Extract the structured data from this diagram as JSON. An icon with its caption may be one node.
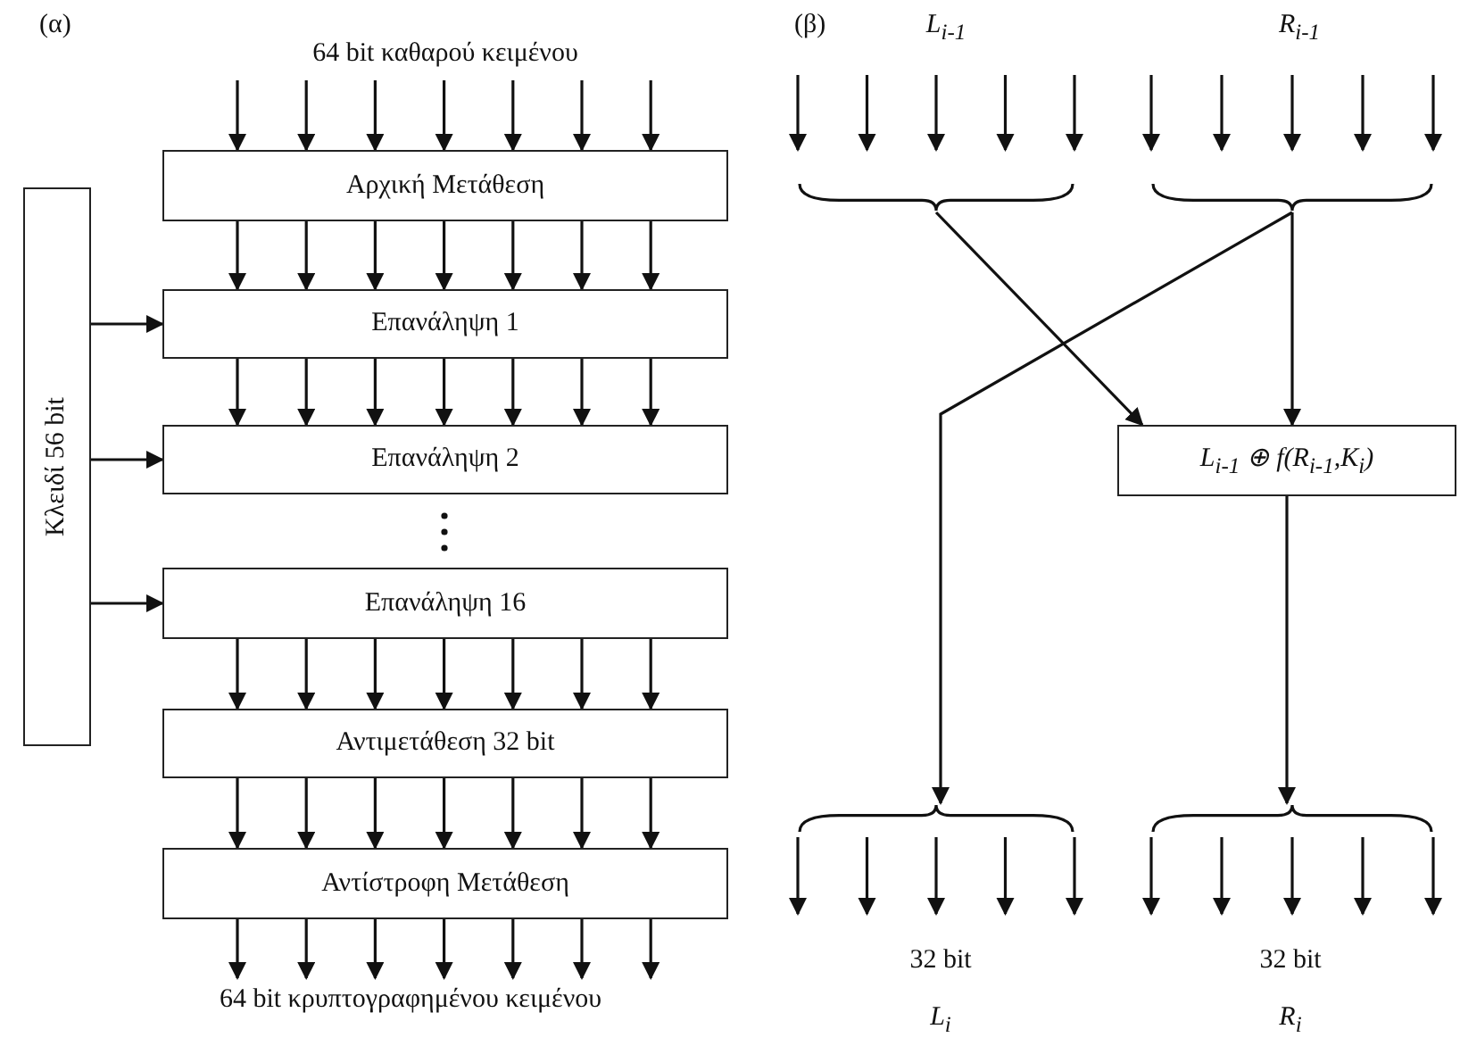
{
  "diagram": {
    "nodes": [
      {
        "text": [
          "64 bit καθαρού κειμένου"
        ]
      },
      {
        "text": [
          "Αρχική Μετάθεση"
        ]
      },
      {
        "text": [
          "Επανάληψη 1"
        ]
      },
      {
        "text": [
          "Επανάληψη 2"
        ]
      },
      {
        "text": [
          "Επανάληψη 16"
        ]
      },
      {
        "text": [
          "Αντιμετάθεση 32 bit"
        ]
      },
      {
        "text": [
          "Αντίστροφη Μετάθεση"
        ]
      },
      {
        "text": [
          "64 bit κρυπτογραφημένου κειμένου"
        ]
      },
      {
        "text": [
          "Κλειδί 56 bit"
        ]
      },
      {
        "text": [],
        "shape": "brace"
      },
      {
        "text": [],
        "shape": "brace"
      },
      {
        "text": [
          "L$_{i-1}$ ⊕ f(R$_{i-1}$,K$_{i}$)"
        ]
      },
      {
        "text": [],
        "shape": "brace"
      },
      {
        "text": [],
        "shape": "brace"
      }
    ],
    "edges": [
      {
        "from": 0,
        "to": 1,
        "arrow": "to"
      },
      {
        "from": 0,
        "to": 1,
        "arrow": "to"
      },
      {
        "from": 0,
        "to": 1,
        "arrow": "to"
      },
      {
        "from": 0,
        "to": 1,
        "arrow": "to"
      },
      {
        "from": 0,
        "to": 1,
        "arrow": "to"
      },
      {
        "from": 0,
        "to": 1,
        "arrow": "to"
      },
      {
        "from": 0,
        "to": 1,
        "arrow": "to"
      },
      {
        "from": 1,
        "to": 2,
        "arrow": "to"
      },
      {
        "from": 1,
        "to": 2,
        "arrow": "to"
      },
      {
        "from": 1,
        "to": 2,
        "arrow": "to"
      },
      {
        "from": 1,
        "to": 2,
        "arrow": "to"
      },
      {
        "from": 1,
        "to": 2,
        "arrow": "to"
      },
      {
        "from": 1,
        "to": 2,
        "arrow": "to"
      },
      {
        "from": 1,
        "to": 2,
        "arrow": "to"
      },
      {
        "from": 2,
        "to": 3,
        "arrow": "to"
      },
      {
        "from": 2,
        "to": 3,
        "arrow": "to"
      },
      {
        "from": 2,
        "to": 3,
        "arrow": "to"
      },
      {
        "from": 2,
        "to": 3,
        "arrow": "to"
      },
      {
        "from": 2,
        "to": 3,
        "arrow": "to"
      },
      {
        "from": 2,
        "to": 3,
        "arrow": "to"
      },
      {
        "from": 2,
        "to": 3,
        "arrow": "to"
      },
      {
        "from": 4,
        "to": 5,
        "arrow": "to"
      },
      {
        "from": 4,
        "to": 5,
        "arrow": "to"
      },
      {
        "from": 4,
        "to": 5,
        "arrow": "to"
      },
      {
        "from": 4,
        "to": 5,
        "arrow": "to"
      },
      {
        "from": 4,
        "to": 5,
        "arrow": "to"
      },
      {
        "from": 4,
        "to": 5,
        "arrow": "to"
      },
      {
        "from": 4,
        "to": 5,
        "arrow": "to"
      },
      {
        "from": 5,
        "to": 6,
        "arrow": "to"
      },
      {
        "from": 5,
        "to": 6,
        "arrow": "to"
      },
      {
        "from": 5,
        "to": 6,
        "arrow": "to"
      },
      {
        "from": 5,
        "to": 6,
        "arrow": "to"
      },
      {
        "from": 5,
        "to": 6,
        "arrow": "to"
      },
      {
        "from": 5,
        "to": 6,
        "arrow": "to"
      },
      {
        "from": 5,
        "to": 6,
        "arrow": "to"
      },
      {
        "from": 6,
        "to": 7,
        "arrow": "to"
      },
      {
        "from": 6,
        "to": 7,
        "arrow": "to"
      },
      {
        "from": 6,
        "to": 7,
        "arrow": "to"
      },
      {
        "from": 6,
        "to": 7,
        "arrow": "to"
      },
      {
        "from": 6,
        "to": 7,
        "arrow": "to"
      },
      {
        "from": 6,
        "to": 7,
        "arrow": "to"
      },
      {
        "from": 6,
        "to": 7,
        "arrow": "to"
      },
      {
        "from": 8,
        "to": 2,
        "arrow": "to"
      },
      {
        "from": 8,
        "to": 3,
        "arrow": "to"
      },
      {
        "from": 8,
        "to": 4,
        "arrow": "to"
      },
      {
        "from": null,
        "to": 9,
        "arrow": "to"
      },
      {
        "from": null,
        "to": 9,
        "arrow": "to"
      },
      {
        "from": null,
        "to": 9,
        "arrow": "to"
      },
      {
        "from": null,
        "to": 9,
        "arrow": "to"
      },
      {
        "from": null,
        "to": 9,
        "arrow": "to"
      },
      {
        "from": null,
        "to": 10,
        "arrow": "to"
      },
      {
        "from": null,
        "to": 10,
        "arrow": "to"
      },
      {
        "from": null,
        "to": 10,
        "arrow": "to"
      },
      {
        "from": null,
        "to": 10,
        "arrow": "to"
      },
      {
        "from": null,
        "to": 10,
        "arrow": "to"
      },
      {
        "from": 9,
        "to": 11,
        "arrow": "to"
      },
      {
        "from": 10,
        "to": 12,
        "arrow": "to"
      },
      {
        "from": 10,
        "to": 11,
        "arrow": "to"
      },
      {
        "from": 11,
        "to": 13,
        "arrow": "to"
      },
      {
        "from": 12,
        "to": null,
        "arrow": "to"
      },
      {
        "from": 12,
        "to": null,
        "arrow": "to"
      },
      {
        "from": 12,
        "to": null,
        "arrow": "to"
      },
      {
        "from": 12,
        "to": null,
        "arrow": "to"
      },
      {
        "from": 12,
        "to": null,
        "arrow": "to"
      },
      {
        "from": 13,
        "to": null,
        "arrow": "to"
      },
      {
        "from": 13,
        "to": null,
        "arrow": "to"
      },
      {
        "from": 13,
        "to": null,
        "arrow": "to"
      },
      {
        "from": 13,
        "to": null,
        "arrow": "to"
      },
      {
        "from": 13,
        "to": null,
        "arrow": "to"
      }
    ],
    "labels": [
      "(α)",
      "(β)",
      "L$_{i-1}$",
      "R$_{i-1}$",
      "32 bit",
      "32 bit",
      "L$_{i}$",
      "R$_{i}$"
    ]
  }
}
